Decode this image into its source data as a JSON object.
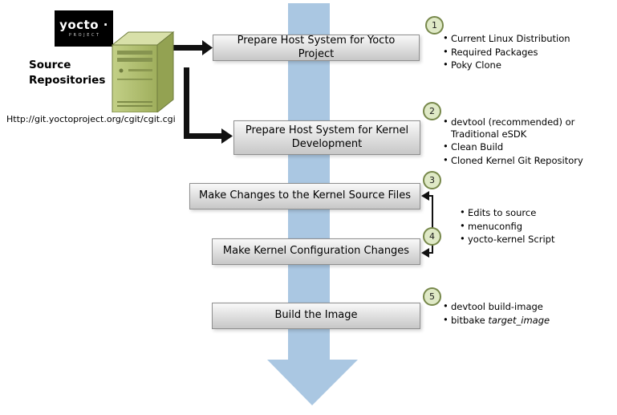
{
  "logo": {
    "brand": "yocto ·",
    "sub": "PROJECT"
  },
  "source": {
    "label_line1": "Source",
    "label_line2": "Repositories",
    "url": "Http://git.yoctoproject.org/cgit/cgit.cgi"
  },
  "steps": [
    {
      "num": "1",
      "label": "Prepare Host System for Yocto Project"
    },
    {
      "num": "2",
      "label": "Prepare Host System for Kernel Development"
    },
    {
      "num": "3",
      "label": "Make Changes to the Kernel Source Files"
    },
    {
      "num": "4",
      "label": "Make Kernel Configuration Changes"
    },
    {
      "num": "5",
      "label": "Build the Image"
    }
  ],
  "notes": {
    "step1": [
      "Current Linux Distribution",
      "Required Packages",
      "Poky Clone"
    ],
    "step2": [
      "devtool (recommended) or Traditional eSDK",
      "Clean Build",
      "Cloned Kernel Git Repository"
    ],
    "steps34": [
      "Edits to source",
      "menuconfig",
      "yocto-kernel Script"
    ],
    "step5": {
      "item1": "devtool build-image",
      "item2_prefix": "bitbake ",
      "item2_italic": "target_image"
    }
  },
  "colors": {
    "flow_arrow": "#aac7e2",
    "box_border": "#8f8f8f",
    "circle_fill": "#dfe9c6",
    "circle_border": "#77884b",
    "server_green": "#aebc6d",
    "logo_bg": "#000000",
    "connector_black": "#111111"
  }
}
